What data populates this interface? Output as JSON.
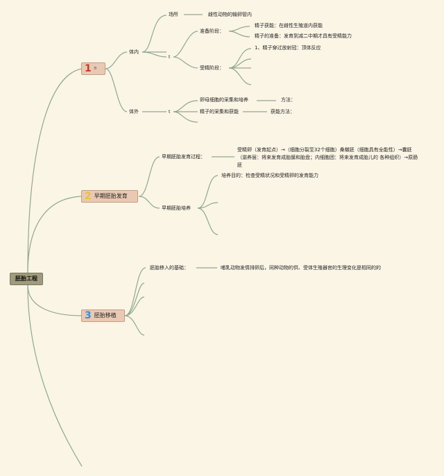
{
  "root": {
    "label": "胚胎工程"
  },
  "topics": [
    {
      "num": "1",
      "label": "  ",
      "small": "B",
      "num_color": "#d0342c"
    },
    {
      "num": "2",
      "label": "早期胚胎发育",
      "num_color": "#e8c23c"
    },
    {
      "num": "3",
      "label": "胚胎移植",
      "num_color": "#3a8fd0"
    }
  ],
  "branch1": {
    "tinei": "体内",
    "tiwai": "体外",
    "mark1": "t",
    "mark2": "t",
    "changsuo": "场所",
    "changsuo_val": "雌性动物的输卵管内",
    "zhunbei": "准备阶段：",
    "zhunbei_1": "精子获能：在雌性生殖道内获能",
    "zhunbei_2": "精子的准备：发育到减二中期才具有受精能力",
    "shoujing": "受精阶段：",
    "shoujing_1": "1、精子穿过放射冠：顶体反应",
    "luanmu": "卵母细胞的采集和培养",
    "luanmu_val": "方法：",
    "jingzi": "精子的采集和获能",
    "jingzi_val": "获能方法："
  },
  "branch2": {
    "fayu": "早期胚胎发育过程：",
    "fayu_val": "受精卵（发育起点）→（细胞分裂至32个细胞）桑椹胚（细胞具有全能性）→囊胚（滋养层：将来发育成胎膜和胎盘；内细胞团：将来发育成胎儿的 各种组织）→原肠胚",
    "peiyang": "早期胚胎培养",
    "peiyang_1": "培养目的：检查受精状况和受精卵的发育能力"
  },
  "branch3": {
    "jichu": "胚胎移入的基础：",
    "jichu_val": "哺乳动物发情排卵后，同种动物的供、受体生殖器官的生理变化是相同的的"
  },
  "colors": {
    "line": "#8fa890",
    "topic_bg": "#e9c9b3",
    "root_bg": "#a09b7c",
    "background": "#fbf5e6"
  }
}
